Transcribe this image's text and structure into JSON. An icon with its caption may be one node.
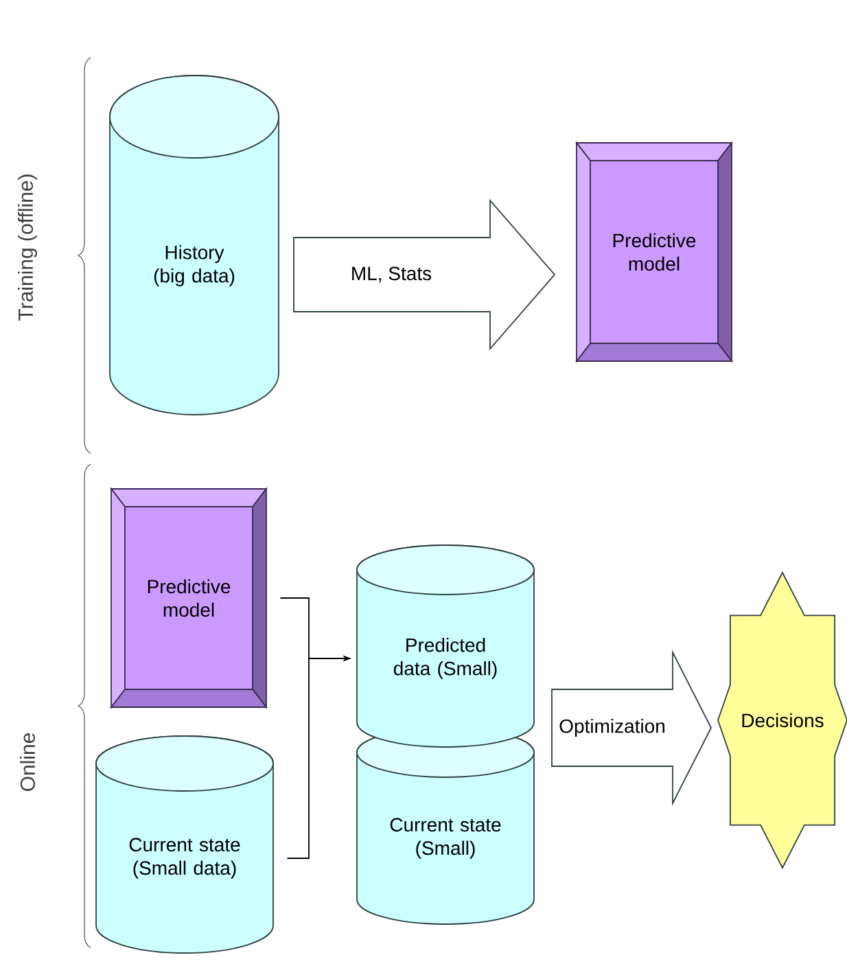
{
  "diagram": {
    "nodes": [
      {
        "text": [
          "History (big data)"
        ]
      },
      {
        "text": [
          "Predictive model"
        ]
      },
      {
        "text": [
          "Predictive model"
        ]
      },
      {
        "text": [
          "Current state (Small data)"
        ]
      },
      {
        "text": [
          "Predicted data (Small)"
        ]
      },
      {
        "text": [
          "Current state (Small)"
        ]
      },
      {
        "text": [
          "Decisions"
        ]
      }
    ],
    "edges": [
      {
        "from": 0,
        "to": 1,
        "arrow": "to",
        "label": "ML, Stats"
      },
      {
        "from": 2,
        "to": 4,
        "arrow": "to"
      },
      {
        "from": 3,
        "to": 4,
        "arrow": "to"
      },
      {
        "from": 4,
        "to": 6,
        "arrow": "to",
        "label": "Optimization"
      }
    ],
    "labels": [
      "Training (offline)",
      "Online"
    ]
  }
}
